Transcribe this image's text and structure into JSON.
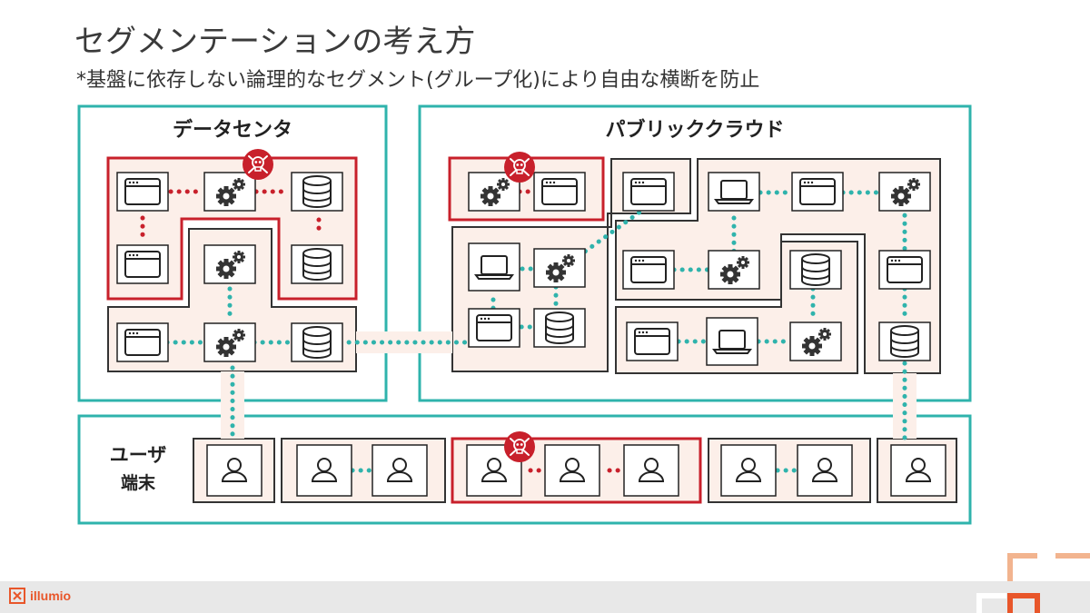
{
  "title": "セグメンテーションの考え方",
  "subtitle": "*基盤に依存しない論理的なセグメント(グループ化)により自由な横断を防止",
  "zones": {
    "datacenter": "データセンタ",
    "cloud": "パブリッククラウド",
    "endpoint_line1": "ユーザ",
    "endpoint_line2": "端末"
  },
  "brand": {
    "name": "illumio",
    "color": "#e8562a"
  },
  "colors": {
    "zone_border": "#2fb3ac",
    "segment_fill": "#fcefe9",
    "compromised": "#c8202b",
    "allowed_flow": "#2fb3ac",
    "blocked_flow": "#c8202b"
  },
  "icons": [
    "window-icon",
    "gear-icon",
    "database-icon",
    "laptop-icon",
    "user-icon",
    "skull-icon"
  ]
}
